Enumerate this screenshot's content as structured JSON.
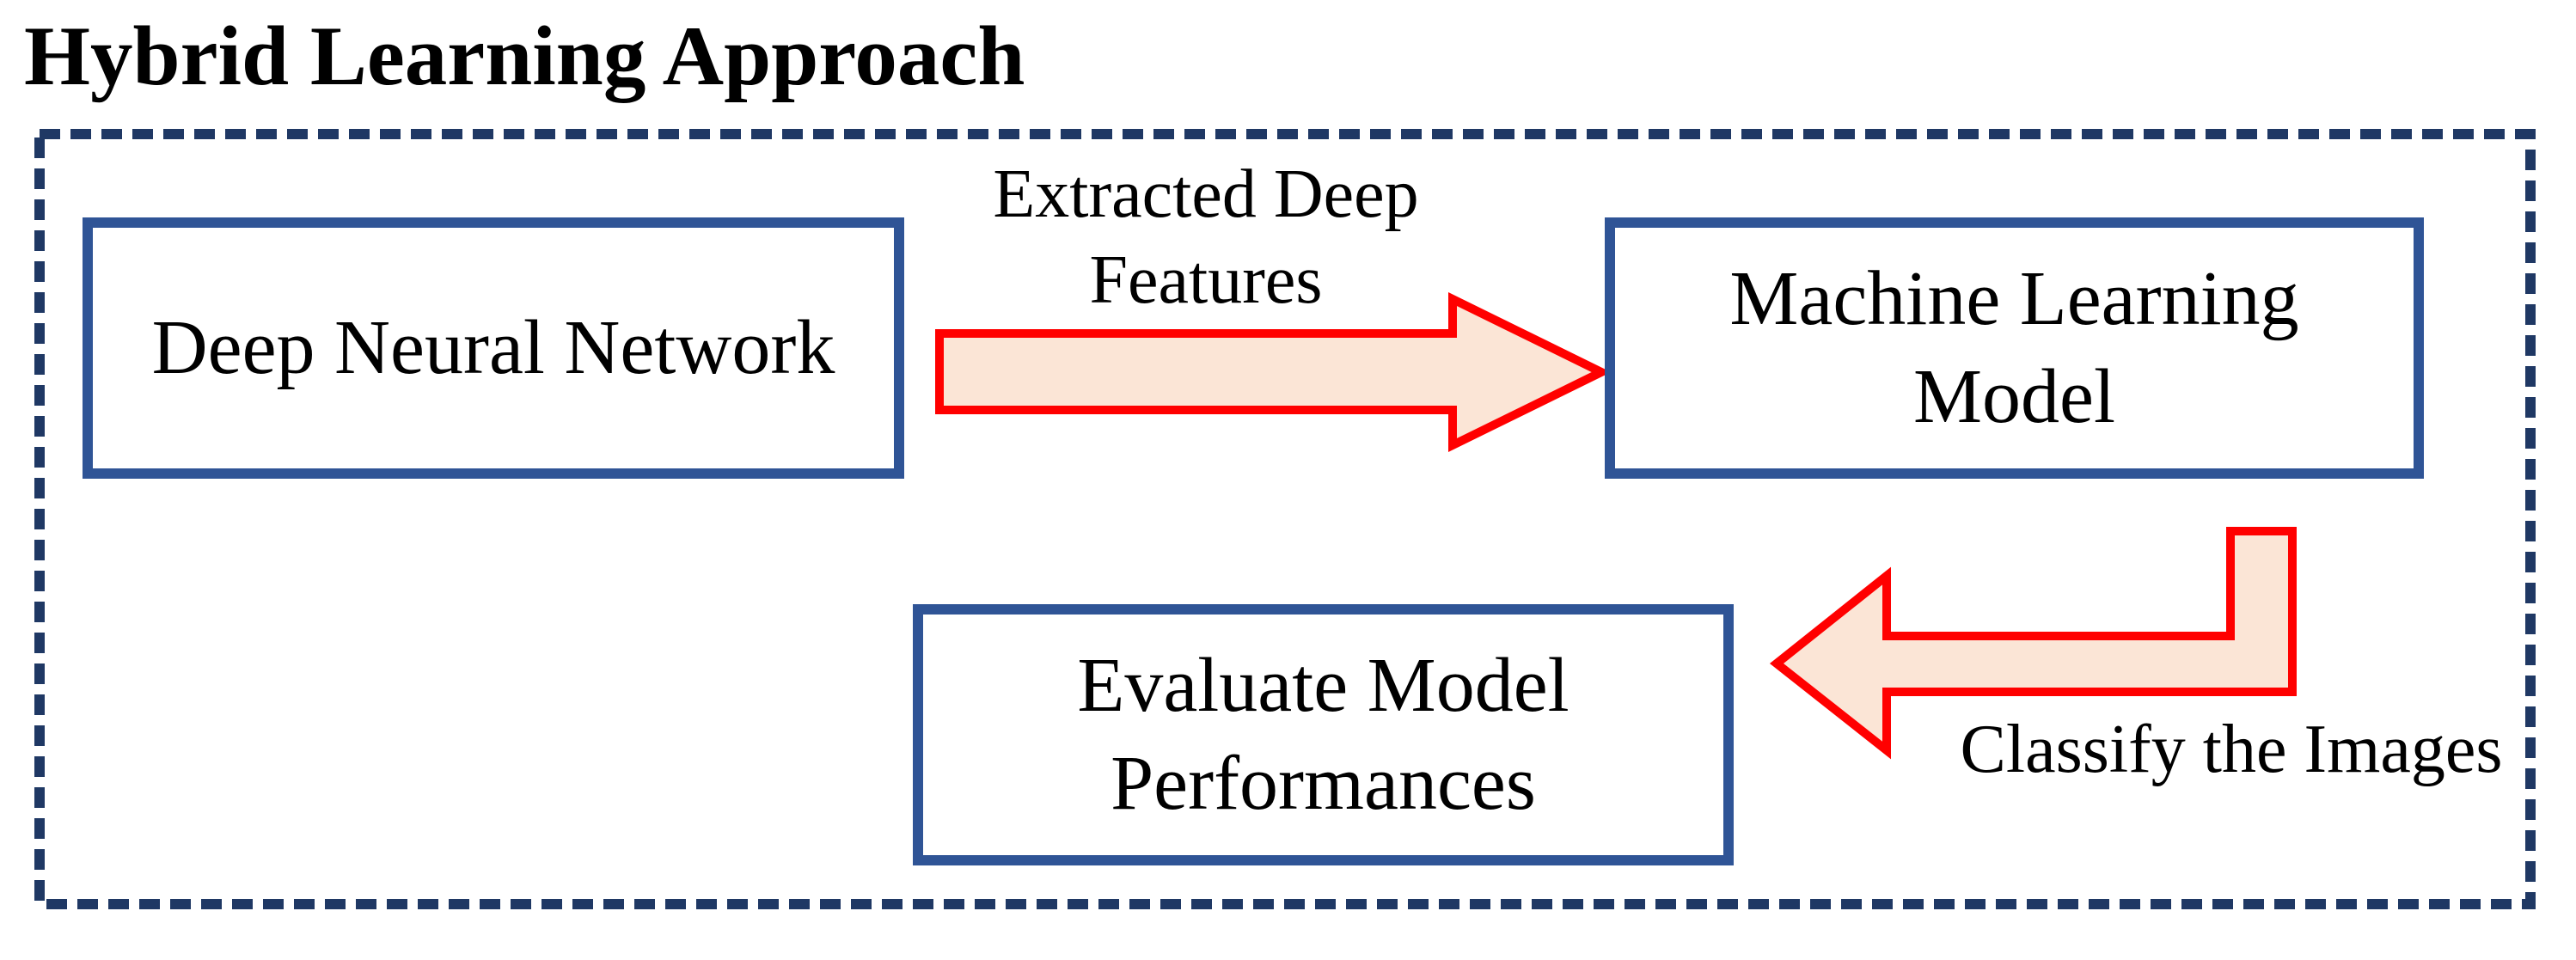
{
  "title": "Hybrid Learning Approach",
  "boxes": {
    "dnn": {
      "label": "Deep Neural Network"
    },
    "ml": {
      "label": "Machine Learning\nModel"
    },
    "eval": {
      "label": "Evaluate Model\nPerformances"
    }
  },
  "arrows": {
    "extracted": {
      "label": "Extracted Deep\nFeatures",
      "direction": "right",
      "from": "Deep Neural Network",
      "to": "Machine Learning Model"
    },
    "classify": {
      "label": "Classify the Images",
      "direction": "down-then-left",
      "from": "Machine Learning Model",
      "to": "Evaluate Model Performances"
    }
  },
  "colors": {
    "background": "#FFFFFF",
    "text": "#000000",
    "box_border": "#2F5496",
    "dashed_container_border": "#1F3864",
    "arrow_fill": "#FBE5D6",
    "arrow_stroke": "#FF0000"
  }
}
